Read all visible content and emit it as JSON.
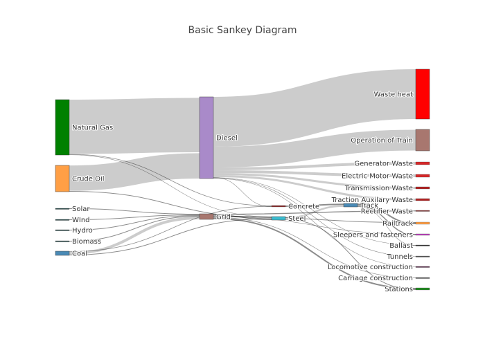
{
  "title": "Basic Sankey Diagram",
  "nodes": [
    {
      "id": "natural_gas",
      "label": "Natural Gas",
      "color": "#008000",
      "column": 0
    },
    {
      "id": "crude_oil",
      "label": "Crude Oil",
      "color": "#ff9f45",
      "column": 0
    },
    {
      "id": "solar",
      "label": "Solar",
      "color": "#2f4f4f",
      "column": 0
    },
    {
      "id": "wind",
      "label": "WInd",
      "color": "#2f4f4f",
      "column": 0
    },
    {
      "id": "hydro",
      "label": "Hydro",
      "color": "#2f4f4f",
      "column": 0
    },
    {
      "id": "biomass",
      "label": "Biomass",
      "color": "#2f4f4f",
      "column": 0
    },
    {
      "id": "coal",
      "label": "Coal",
      "color": "#4a8ab5",
      "column": 0
    },
    {
      "id": "diesel",
      "label": "Diesel",
      "color": "#a98ac9",
      "column": 1
    },
    {
      "id": "grid",
      "label": "Grid",
      "color": "#a8776f",
      "column": 1
    },
    {
      "id": "concrete",
      "label": "Concrete",
      "color": "#8b2a2a",
      "column": 2
    },
    {
      "id": "steel",
      "label": "Steel",
      "color": "#3bbcd0",
      "column": 2
    },
    {
      "id": "track",
      "label": "Track",
      "color": "#4a8ab5",
      "column": 3
    },
    {
      "id": "waste_heat",
      "label": "Waste heat",
      "color": "#ff0000",
      "column": 4
    },
    {
      "id": "operation_of_train",
      "label": "Operation of Train",
      "color": "#a8776f",
      "column": 4
    },
    {
      "id": "generator_waste",
      "label": "Generator Waste",
      "color": "#d62728",
      "column": 4
    },
    {
      "id": "electric_motor_waste",
      "label": "Electric Motor Waste",
      "color": "#d62728",
      "column": 4
    },
    {
      "id": "transmission_waste",
      "label": "Transmission Waste",
      "color": "#b22222",
      "column": 4
    },
    {
      "id": "traction_auxiliary_waste",
      "label": "Traction Auxilary Waste",
      "color": "#b22222",
      "column": 4
    },
    {
      "id": "rectifier_waste",
      "label": "Rectifier Waste",
      "color": "#8b3a3a",
      "column": 4
    },
    {
      "id": "railtrack",
      "label": "Railtrack",
      "color": "#ff9f45",
      "column": 4
    },
    {
      "id": "sleepers",
      "label": "Sleepers and fasteners",
      "color": "#c040c0",
      "column": 4
    },
    {
      "id": "ballast",
      "label": "Ballast",
      "color": "#333333",
      "column": 4
    },
    {
      "id": "tunnels",
      "label": "Tunnels",
      "color": "#555555",
      "column": 4
    },
    {
      "id": "loco_construction",
      "label": "Locomotive construction",
      "color": "#5a2a4a",
      "column": 4
    },
    {
      "id": "carriage_construction",
      "label": "Carriage construction",
      "color": "#555555",
      "column": 4
    },
    {
      "id": "stations",
      "label": "Stations",
      "color": "#228b22",
      "column": 4
    }
  ],
  "links": [
    {
      "source": "natural_gas",
      "target": "diesel",
      "value": 80
    },
    {
      "source": "natural_gas",
      "target": "concrete",
      "value": 1
    },
    {
      "source": "natural_gas",
      "target": "steel",
      "value": 0.5
    },
    {
      "source": "crude_oil",
      "target": "diesel",
      "value": 36
    },
    {
      "source": "crude_oil",
      "target": "steel",
      "value": 1
    },
    {
      "source": "solar",
      "target": "grid",
      "value": 1
    },
    {
      "source": "wind",
      "target": "grid",
      "value": 1
    },
    {
      "source": "hydro",
      "target": "grid",
      "value": 1
    },
    {
      "source": "biomass",
      "target": "grid",
      "value": 1
    },
    {
      "source": "coal",
      "target": "grid",
      "value": 4
    },
    {
      "source": "coal",
      "target": "concrete",
      "value": 1
    },
    {
      "source": "coal",
      "target": "steel",
      "value": 1
    },
    {
      "source": "diesel",
      "target": "waste_heat",
      "value": 72
    },
    {
      "source": "diesel",
      "target": "operation_of_train",
      "value": 30
    },
    {
      "source": "diesel",
      "target": "generator_waste",
      "value": 4
    },
    {
      "source": "diesel",
      "target": "electric_motor_waste",
      "value": 4
    },
    {
      "source": "diesel",
      "target": "transmission_waste",
      "value": 3
    },
    {
      "source": "diesel",
      "target": "traction_auxiliary_waste",
      "value": 3
    },
    {
      "source": "diesel",
      "target": "concrete",
      "value": 0.5
    },
    {
      "source": "diesel",
      "target": "ballast",
      "value": 0.5
    },
    {
      "source": "diesel",
      "target": "tunnels",
      "value": 0.5
    },
    {
      "source": "diesel",
      "target": "loco_construction",
      "value": 0.5
    },
    {
      "source": "grid",
      "target": "rectifier_waste",
      "value": 1
    },
    {
      "source": "grid",
      "target": "railtrack",
      "value": 1
    },
    {
      "source": "grid",
      "target": "sleepers",
      "value": 0.5
    },
    {
      "source": "grid",
      "target": "carriage_construction",
      "value": 0.5
    },
    {
      "source": "grid",
      "target": "stations",
      "value": 2
    },
    {
      "source": "grid",
      "target": "steel",
      "value": 1
    },
    {
      "source": "concrete",
      "target": "track",
      "value": 2
    },
    {
      "source": "steel",
      "target": "track",
      "value": 2
    },
    {
      "source": "steel",
      "target": "stations",
      "value": 1
    },
    {
      "source": "track",
      "target": "railtrack",
      "value": 2
    },
    {
      "source": "track",
      "target": "sleepers",
      "value": 1.5
    },
    {
      "source": "track",
      "target": "ballast",
      "value": 0.5
    }
  ],
  "style": {
    "link_color": "#000000",
    "node_outline": "#444444"
  }
}
